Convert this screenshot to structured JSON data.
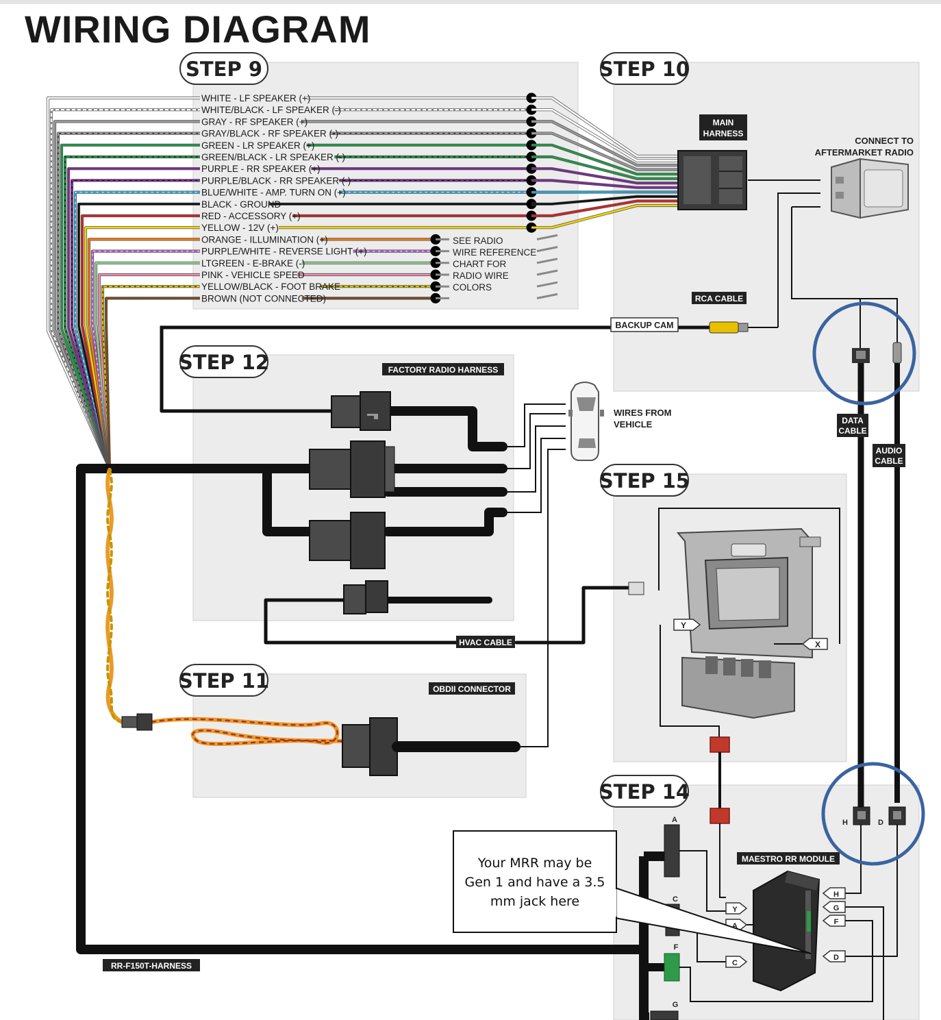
{
  "title": "WIRING DIAGRAM",
  "colors": {
    "panel": "#ececec",
    "panel_border": "#cfcfcf",
    "highlight_circle": "#3a64a0",
    "red_connector": "#c0392b",
    "green_connector": "#2e9a4a"
  },
  "steps": {
    "step9": "STEP 9",
    "step10": "STEP 10",
    "step11": "STEP 11",
    "step12": "STEP 12",
    "step14": "STEP 14",
    "step15": "STEP 15"
  },
  "step9_wires": [
    {
      "label": "WHITE - LF SPEAKER (+)",
      "color": "#ffffff",
      "stripe": "",
      "terminated": true
    },
    {
      "label": "WHITE/BLACK - LF SPEAKER (-)",
      "color": "#ffffff",
      "stripe": "#000000",
      "terminated": true
    },
    {
      "label": "GRAY - RF SPEAKER (+)",
      "color": "#9a9a9a",
      "stripe": "",
      "terminated": true
    },
    {
      "label": "GRAY/BLACK - RF SPEAKER (-)",
      "color": "#9a9a9a",
      "stripe": "#000000",
      "terminated": true
    },
    {
      "label": "GREEN - LR SPEAKER (+)",
      "color": "#1f9a45",
      "stripe": "",
      "terminated": true
    },
    {
      "label": "GREEN/BLACK - LR SPEAKER (-)",
      "color": "#1f9a45",
      "stripe": "#000000",
      "terminated": true
    },
    {
      "label": "PURPLE - RR SPEAKER (+)",
      "color": "#7b2d93",
      "stripe": "",
      "terminated": true
    },
    {
      "label": "PURPLE/BLACK - RR SPEAKER (-)",
      "color": "#7b2d93",
      "stripe": "#000000",
      "terminated": true
    },
    {
      "label": "BLUE/WHITE - AMP. TURN ON (+)",
      "color": "#29a8d8",
      "stripe": "#ffffff",
      "terminated": true
    },
    {
      "label": "BLACK - GROUND",
      "color": "#111111",
      "stripe": "",
      "terminated": true
    },
    {
      "label": "RED - ACCESSORY (+)",
      "color": "#d62020",
      "stripe": "",
      "terminated": true
    },
    {
      "label": "YELLOW - 12V (+)",
      "color": "#f2d600",
      "stripe": "",
      "terminated": true
    },
    {
      "label": "ORANGE - ILLUMINATION (+)",
      "color": "#f07a14",
      "stripe": "",
      "terminated": false
    },
    {
      "label": "PURPLE/WHITE - REVERSE LIGHT (+)",
      "color": "#b35cc9",
      "stripe": "#ffffff",
      "terminated": false
    },
    {
      "label": "LTGREEN - E-BRAKE (-)",
      "color": "#8fd18f",
      "stripe": "",
      "terminated": false
    },
    {
      "label": "PINK - VEHICLE SPEED",
      "color": "#f08ab5",
      "stripe": "",
      "terminated": false
    },
    {
      "label": "YELLOW/BLACK - FOOT BRAKE",
      "color": "#d8c200",
      "stripe": "#000000",
      "terminated": false
    },
    {
      "label": "BROWN (NOT CONNECTED)",
      "color": "#7a4a1e",
      "stripe": "",
      "terminated": false
    }
  ],
  "see_radio_note": [
    "SEE RADIO",
    "WIRE REFERENCE",
    "CHART FOR",
    "RADIO WIRE",
    "COLORS"
  ],
  "labels": {
    "main_harness": [
      "MAIN",
      "HARNESS"
    ],
    "connect_to_radio": [
      "CONNECT TO",
      "AFTERMARKET RADIO"
    ],
    "rca_cable": "RCA CABLE",
    "backup_cam": "BACKUP CAM",
    "factory_radio_harness": "FACTORY RADIO HARNESS",
    "wires_from_vehicle": [
      "WIRES FROM",
      "VEHICLE"
    ],
    "data_cable": [
      "DATA",
      "CABLE"
    ],
    "audio_cable": [
      "AUDIO",
      "CABLE"
    ],
    "hvac_cable": "HVAC CABLE",
    "obdii_connector": "OBDII CONNECTOR",
    "maestro_module": "MAESTRO RR MODULE",
    "harness": "RR-F150T-HARNESS"
  },
  "tags": {
    "y": "Y",
    "x": "X",
    "a": "A",
    "c": "C",
    "f": "F",
    "g": "G",
    "h": "H",
    "d": "D"
  },
  "callout": [
    "Your MRR may be",
    "Gen 1 and have a 3.5",
    "mm jack here"
  ]
}
